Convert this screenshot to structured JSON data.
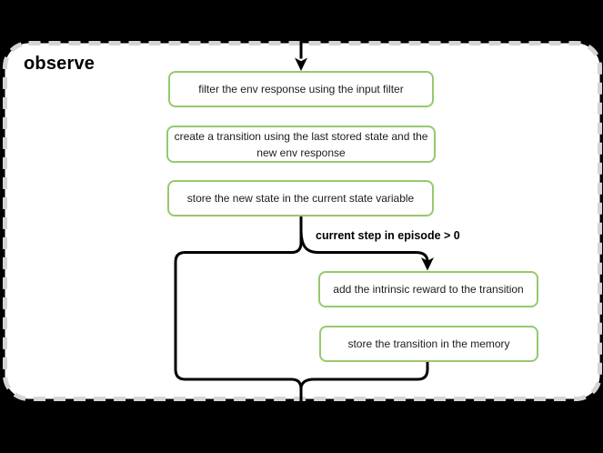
{
  "diagram": {
    "title": "observe",
    "nodes": [
      {
        "id": "filter-env-response",
        "label": "filter the env response using the input filter"
      },
      {
        "id": "create-transition",
        "label_lines": [
          "create a transition using the last stored state and the",
          "new env response"
        ]
      },
      {
        "id": "store-new-state",
        "label": "store the new state in the current state variable"
      },
      {
        "id": "add-intrinsic-reward",
        "label": "add the intrinsic reward to the transition"
      },
      {
        "id": "store-transition",
        "label": "store the transition in the memory"
      }
    ],
    "branch_label": "current step in episode > 0",
    "colors": {
      "background": "#000000",
      "container_fill": "#ffffff",
      "container_border": "#d5d5d5",
      "node_fill": "#ffffff",
      "node_border": "#97c96c",
      "connector": "#000000",
      "text": "#1c1c1c"
    }
  }
}
